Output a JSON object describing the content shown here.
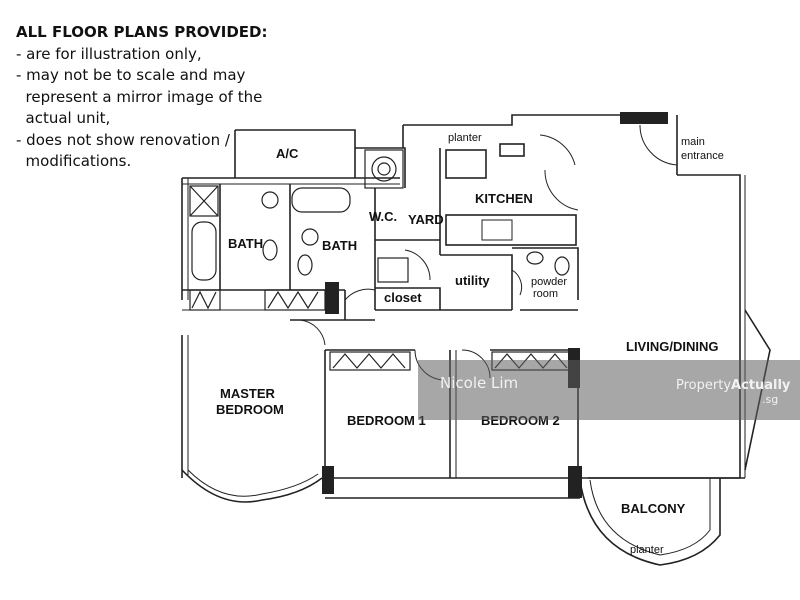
{
  "disclaimer": {
    "heading": "ALL FLOOR PLANS  PROVIDED:",
    "lines": [
      "- are for illustration only,",
      "- may not be to scale and may",
      "  represent a mirror image of the",
      "  actual unit,",
      "- does not show renovation /",
      "  modifications."
    ]
  },
  "rooms": {
    "ac": "A/C",
    "planter_top": "planter",
    "main_entrance_1": "main",
    "main_entrance_2": "entrance",
    "kitchen": "KITCHEN",
    "bath_1": "BATH",
    "bath_2": "BATH",
    "wc": "W.C.",
    "yard": "YARD",
    "utility": "utility",
    "powder_room_1": "powder",
    "powder_room_2": "room",
    "closet": "closet",
    "living_dining": "LIVING/DINING",
    "master_bedroom_1": "MASTER",
    "master_bedroom_2": "BEDROOM",
    "bedroom_1": "BEDROOM  1",
    "bedroom_2": "BEDROOM  2",
    "balcony": "BALCONY",
    "planter_bottom": "planter"
  },
  "watermark": {
    "agent_name": "Nicole Lim",
    "brand_prefix": "Property",
    "brand_bold": "Actually",
    "brand_tld": ".sg"
  }
}
